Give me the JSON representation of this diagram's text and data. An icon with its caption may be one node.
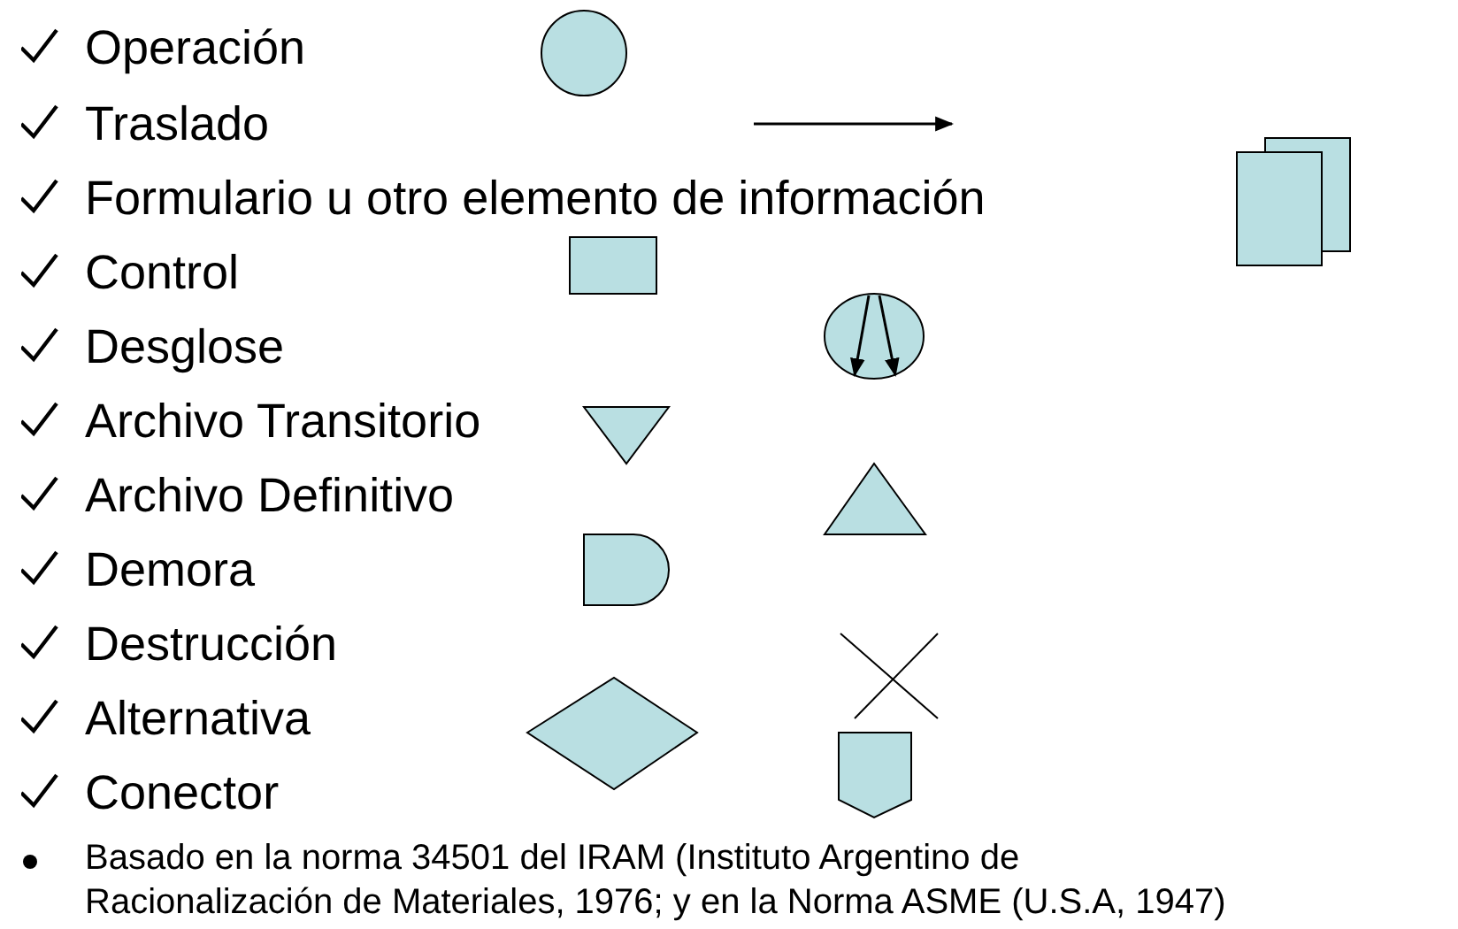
{
  "diagram": {
    "legend": [
      {
        "text": "Operación"
      },
      {
        "text": "Traslado"
      },
      {
        "text": "Formulario u otro elemento de información"
      },
      {
        "text": "Control"
      },
      {
        "text": "Desglose"
      },
      {
        "text": "Archivo Transitorio"
      },
      {
        "text": "Archivo Definitivo"
      },
      {
        "text": "Demora"
      },
      {
        "text": "Destrucción"
      },
      {
        "text": "Alternativa"
      },
      {
        "text": "Conector"
      }
    ],
    "labels": [
      "Basado en la norma 34501 del IRAM (Instituto Argentino de Racionalización de Materiales, 1976; y en la Norma ASME (U.S.A, 1947)"
    ]
  }
}
